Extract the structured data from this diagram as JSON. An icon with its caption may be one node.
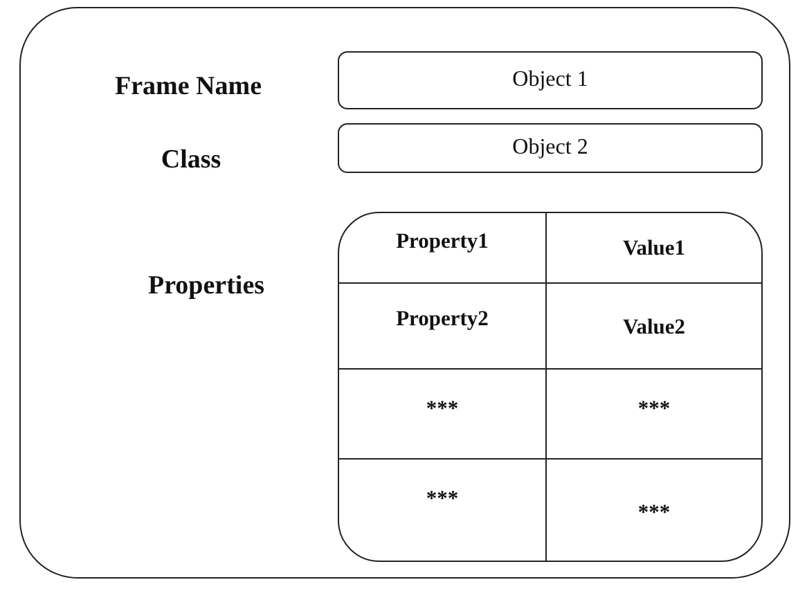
{
  "diagram": {
    "nodes": [
      {
        "text": [],
        "shape": "box"
      },
      {
        "text": [
          "Object 1"
        ],
        "in": 0
      },
      {
        "text": [
          "Object 2"
        ],
        "in": 0
      },
      {
        "text": [],
        "shape": "box",
        "in": 0
      }
    ],
    "labels": [
      "Frame Name",
      "Class",
      "Properties",
      "Property1",
      "Value1",
      "Property2",
      "Value2",
      "***",
      "***",
      "***",
      "***"
    ]
  }
}
